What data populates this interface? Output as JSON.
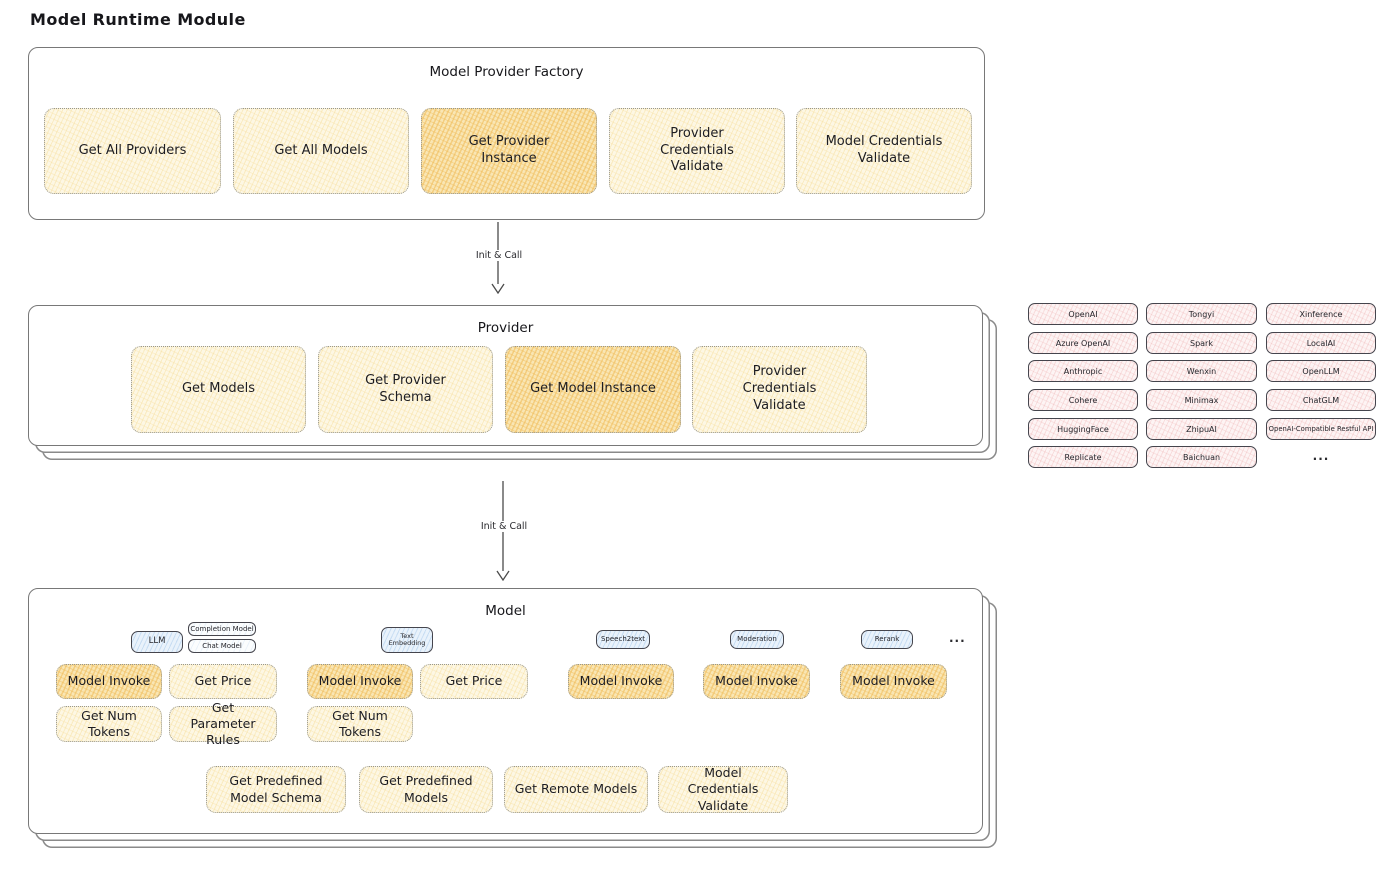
{
  "diagram_title": "Model Runtime Module",
  "colors": {
    "function_fill": "#fdf7e4",
    "function_highlight_fill": "#f9e6b4",
    "provider_pill_fill": "#fdf4f4",
    "model_type_tag_fill": "#e9f2fb",
    "frame_border": "#787878",
    "text": "#1d1d22"
  },
  "factory": {
    "title": "Model Provider Factory",
    "buttons": [
      "Get All Providers",
      "Get All Models",
      "Get Provider Instance",
      "Provider Credentials Validate",
      "Model Credentials Validate"
    ]
  },
  "arrows": [
    {
      "label": "Init & Call"
    },
    {
      "label": "Init & Call"
    }
  ],
  "provider": {
    "title": "Provider",
    "buttons": [
      "Get Models",
      "Get Provider Schema",
      "Get Model Instance",
      "Provider Credentials Validate"
    ]
  },
  "provider_list": {
    "columns": [
      [
        "OpenAI",
        "Azure OpenAI",
        "Anthropic",
        "Cohere",
        "HuggingFace",
        "Replicate"
      ],
      [
        "Tongyi",
        "Spark",
        "Wenxin",
        "Minimax",
        "ZhipuAI",
        "Baichuan"
      ],
      [
        "Xinference",
        "LocalAI",
        "OpenLLM",
        "ChatGLM",
        "OpenAI-Compatible Restful API"
      ]
    ],
    "ellipsis": "..."
  },
  "model": {
    "title": "Model",
    "tags": {
      "llm": "LLM",
      "completion": "Completion Model",
      "chat": "Chat Model",
      "text_embedding": "Text Embedding",
      "speech2text": "Speech2text",
      "moderation": "Moderation",
      "rerank": "Rerank"
    },
    "ellipsis": "...",
    "buttons": {
      "model_invoke": "Model Invoke",
      "get_price": "Get Price",
      "get_num_tokens": "Get Num Tokens",
      "get_parameter_rules": "Get Parameter Rules",
      "get_predefined_model_schema": "Get Predefined Model Schema",
      "get_predefined_models": "Get Predefined Models",
      "get_remote_models": "Get Remote Models",
      "model_credentials_validate": "Model Credentials Validate"
    }
  }
}
